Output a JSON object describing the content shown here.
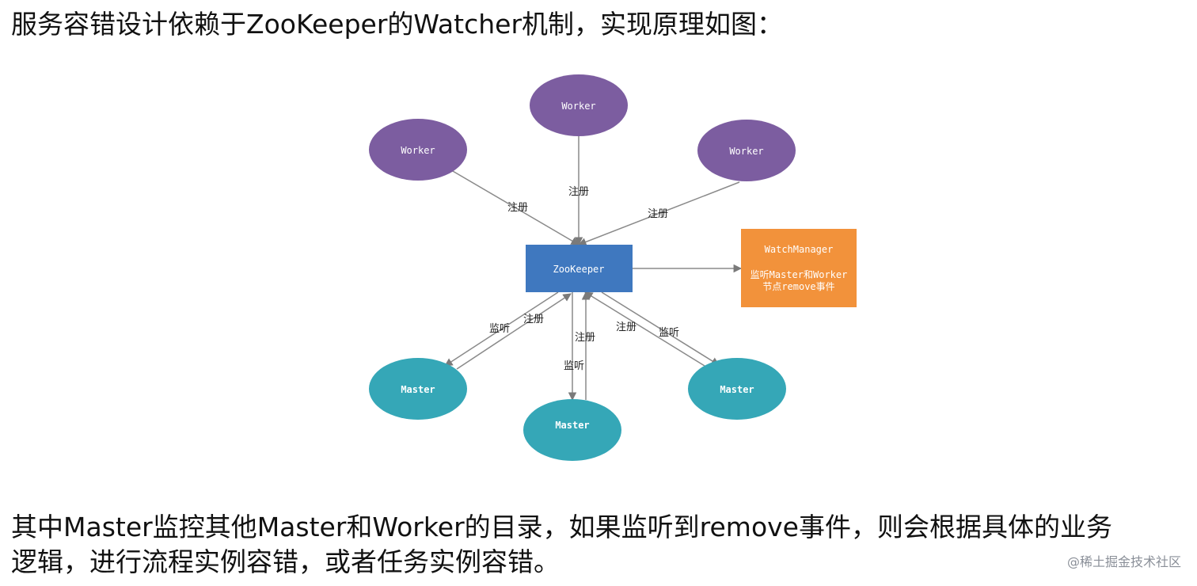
{
  "intro_text": "服务容错设计依赖于ZooKeeper的Watcher机制，实现原理如图：",
  "diagram": {
    "zookeeper_label": "ZooKeeper",
    "worker_label": "Worker",
    "master_label": "Master",
    "watch_manager": {
      "title": "WatchManager",
      "line1": "监听Master和Worker",
      "line2": "节点remove事件"
    },
    "edge_register": "注册",
    "edge_watch": "监听"
  },
  "summary_line1": "其中Master监控其他Master和Worker的目录，如果监听到remove事件，则会根据具体的业务",
  "summary_line2": "逻辑，进行流程实例容错，或者任务实例容错。",
  "watermark": "@稀土掘金技术社区",
  "colors": {
    "worker_fill": "#7c5da0",
    "master_fill": "#35a7b7",
    "zookeeper_fill": "#3f78bf",
    "watch_manager_fill": "#f2923b",
    "edge_line": "#8a8a8a"
  }
}
